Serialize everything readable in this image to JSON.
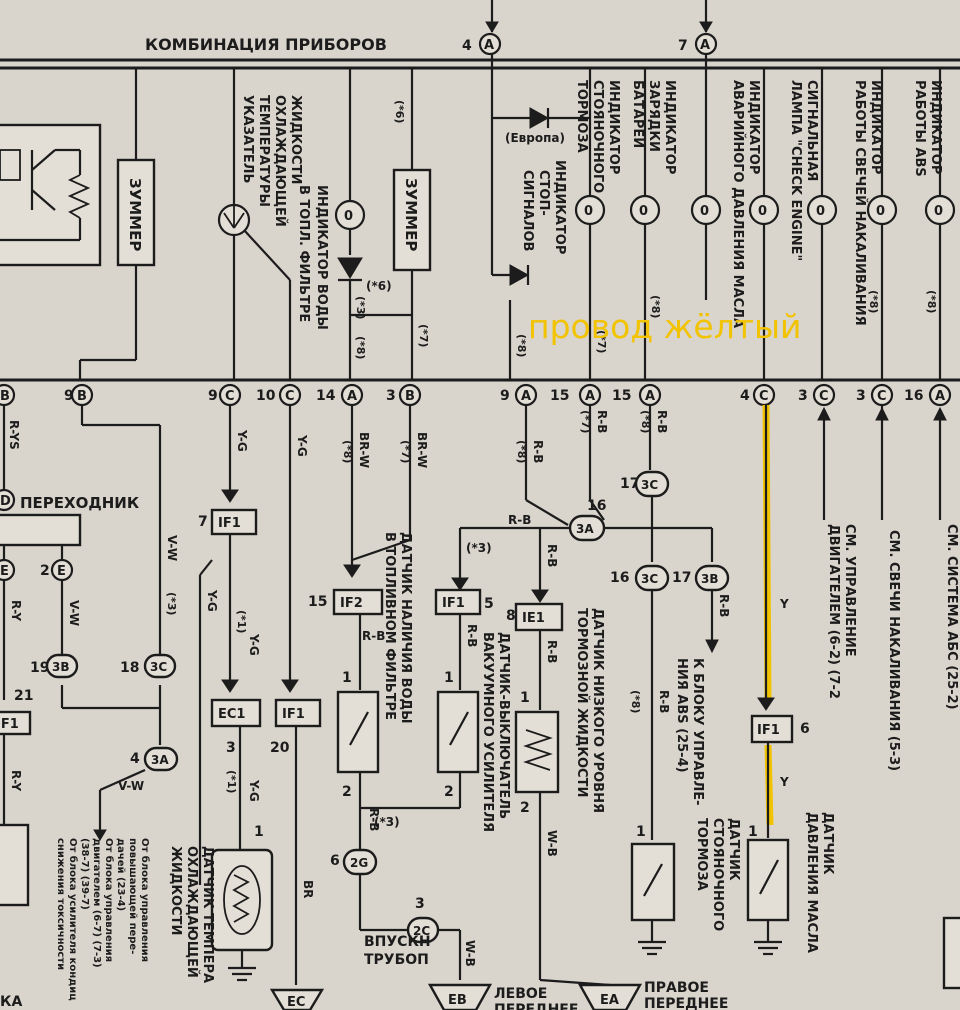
{
  "header": {
    "title": "КОМБИНАЦИЯ ПРИБОРОВ"
  },
  "top_connectors": [
    {
      "pin": "4",
      "letter": "A"
    },
    {
      "pin": "7",
      "letter": "A"
    }
  ],
  "annotation": {
    "text": "провод жёлтый",
    "color": "#f2c300"
  },
  "components": {
    "buzzer_left": "ЗУММЕР",
    "buzzer_mid": "ЗУММЕР",
    "europe_label": "(Европа)",
    "transitional": "ПЕРЕХОДНИК",
    "indicators": {
      "coolant_gauge": [
        "УКАЗАТЕЛЬ",
        "ТЕМПЕРАТУРЫ",
        "ОХЛАЖДАЮЩЕЙ",
        "ЖИДКОСТИ"
      ],
      "water_in_fuel": [
        "ИНДИКАТОР ВОДЫ",
        "В ТОПЛ. ФИЛЬТРЕ"
      ],
      "stop_lights": [
        "ИНДИКАТОР",
        "СТОП-",
        "СИГНАЛОВ"
      ],
      "parking_brake": [
        "ИНДИКАТОР",
        "СТОЯНОЧНОГО",
        "ТОРМОЗА"
      ],
      "battery_charge": [
        "ИНДИКАТОР",
        "ЗАРЯДКИ",
        "БАТАРЕИ"
      ],
      "oil_pressure": [
        "ИНДИКАТОР",
        "АВАРИЙНОГО ДАВЛЕНИЯ МАСЛА"
      ],
      "check_engine": [
        "СИГНАЛЬНАЯ",
        "ЛАМПА \"CHECK ENGINE\""
      ],
      "glow_plugs": [
        "ИНДИКАТОР",
        "РАБОТЫ СВЕЧЕЙ НАКАЛИВАНИЯ"
      ],
      "abs": [
        "ИНДИКАТОР",
        "РАБОТЫ ABS"
      ]
    },
    "sensors": {
      "water_in_fuel_sensor": [
        "ДАТЧИК НАЛИЧИЯ ВОДЫ",
        "В ТОПЛИВНОМ ФИЛЬТРЕ"
      ],
      "vacuum_switch": [
        "ДАТЧИК-ВЫКЛЮЧАТЕЛЬ",
        "ВАКУУМНОГО УСИЛИТЕЛЯ"
      ],
      "brake_fluid": [
        "ДАТЧИК НИЗКОГО УРОВНЯ",
        "ТОРМОЗНОЙ ЖИДКОСТИ"
      ],
      "parking_brake_sensor": [
        "ДАТЧИК",
        "СТОЯНОЧНОГО",
        "ТОРМОЗА"
      ],
      "oil_pressure_sensor": [
        "ДАТЧИК",
        "ДАВЛЕНИЯ МАСЛА"
      ],
      "coolant_temp_sensor": [
        "ДАТЧИК ТЕМПЕРА",
        "ОХЛАЖДАЮЩЕЙ",
        "ЖИДКОСТИ"
      ]
    },
    "references": {
      "engine_control": [
        "СМ. УПРАВЛЕНИЕ",
        "ДВИГАТЕЛЕМ (6-2) (7-2"
      ],
      "glow_plugs_ref": [
        "СМ. СВЕЧИ НАКАЛИВАНИЯ (5-3)"
      ],
      "abs_ref": [
        "СМ. СИСТЕМА АБС (25-2)"
      ],
      "abs_block": [
        "К БЛОКУ УПРАВЛЕ-",
        "НИЯ ABS (25-4)"
      ],
      "bottom_left": [
        "От блока управления",
        "повышающей пере-",
        "дачей (23-4)",
        "От блока управления",
        "двигателем (6-7) (7-3)",
        "(38-7) (39-7)",
        "От блока усилителя кондиц",
        "снижения токсичности"
      ]
    },
    "grounds": [
      "EC",
      "EB",
      "EA"
    ],
    "ground_labels": [
      "ВПУСКН",
      "ТРУБОП",
      "ЛЕВОЕ",
      "ПЕРЕДНЕЕ",
      "ПРАВОЕ",
      "ПЕРЕДНЕЕ",
      "КА"
    ]
  },
  "bus_pins": [
    {
      "pin": "9",
      "letter": "B"
    },
    {
      "pin": "9",
      "letter": "C"
    },
    {
      "pin": "10",
      "letter": "C"
    },
    {
      "pin": "14",
      "letter": "A"
    },
    {
      "pin": "3",
      "letter": "B"
    },
    {
      "pin": "9",
      "letter": "A"
    },
    {
      "pin": "15",
      "letter": "A"
    },
    {
      "pin": "15",
      "letter": "A"
    },
    {
      "pin": "4",
      "letter": "C"
    },
    {
      "pin": "3",
      "letter": "C"
    },
    {
      "pin": "3",
      "letter": "C"
    },
    {
      "pin": "16",
      "letter": "A"
    }
  ],
  "connectors": [
    "IF1",
    "IF2",
    "IF1",
    "IE1",
    "EC1",
    "IF1",
    "IF1",
    "IF1"
  ],
  "joints": [
    "3A",
    "3C",
    "3C",
    "3B",
    "3B",
    "3C",
    "3A",
    "2G",
    "2C"
  ],
  "wire_codes": {
    "ys": "R-YS",
    "vw": "V-W",
    "ry": "R-Y",
    "yg": "Y-G",
    "bra": "BR-W",
    "rb": "R-B",
    "wb": "W-B",
    "br": "BR",
    "y": "Y"
  },
  "notes": {
    "n6": "(*6)",
    "n3": "(*3)",
    "n7": "(*7)",
    "n8": "(*8)",
    "n1": "(*1)"
  }
}
